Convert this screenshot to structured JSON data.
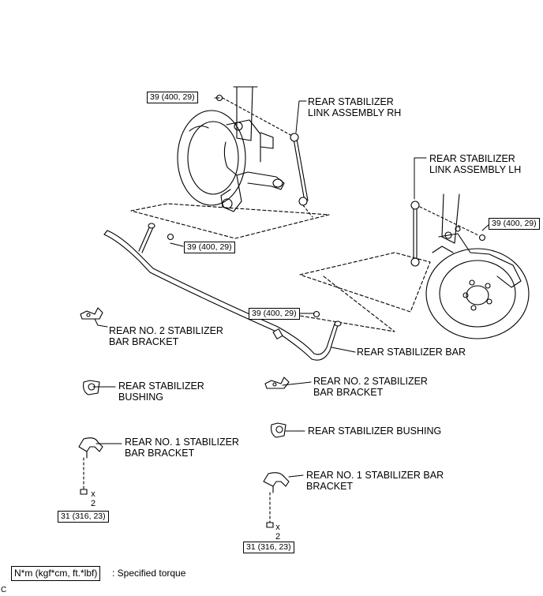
{
  "labels": {
    "link_rh": "REAR STABILIZER\nLINK ASSEMBLY RH",
    "link_lh": "REAR STABILIZER\nLINK ASSEMBLY LH",
    "no2_bracket_left": "REAR NO. 2 STABILIZER\nBAR BRACKET",
    "stabilizer_bar": "REAR STABILIZER BAR",
    "bushing_left": "REAR STABILIZER\nBUSHING",
    "no2_bracket_right": "REAR NO. 2 STABILIZER\nBAR BRACKET",
    "bushing_right": "REAR STABILIZER BUSHING",
    "no1_bracket_left": "REAR NO. 1 STABILIZER\nBAR BRACKET",
    "no1_bracket_right": "REAR NO. 1 STABILIZER BAR\nBRACKET"
  },
  "torques": {
    "rh_link_upper": "39 (400, 29)",
    "rh_link_lower": "39 (400, 29)",
    "lh_link_upper": "39 (400, 29)",
    "bar_link_lh": "39 (400, 29)",
    "bracket_left": "31 (316, 23)",
    "bracket_right": "31 (316, 23)"
  },
  "quantities": {
    "bolts_left": "x\n2",
    "bolts_right": "x\n2"
  },
  "legend": {
    "unit_box": "N*m (kgf*cm, ft.*lbf)",
    "description": ": Specified torque"
  },
  "corner_mark": "C"
}
